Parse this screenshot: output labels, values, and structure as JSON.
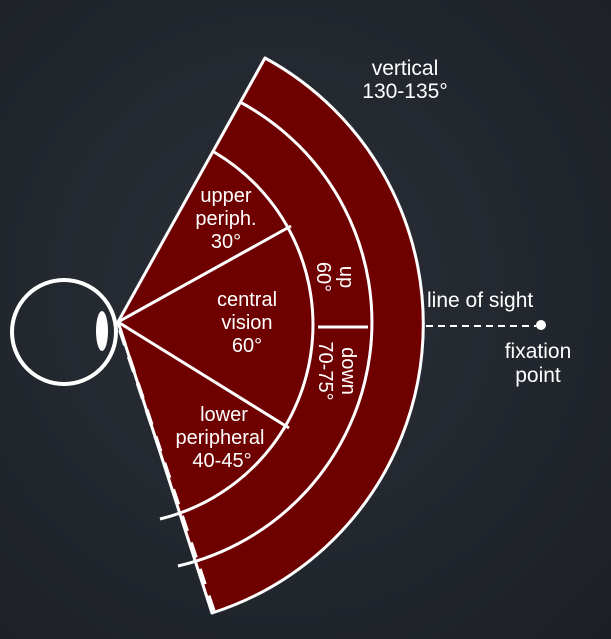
{
  "labels": {
    "vertical": [
      "vertical",
      "130-135°"
    ],
    "upper": [
      "upper",
      "periph.",
      "30°"
    ],
    "central": [
      "central",
      "vision",
      "60°"
    ],
    "lower": [
      "lower",
      "peripheral",
      "40-45°"
    ],
    "up": [
      "up",
      "60°"
    ],
    "down": [
      "down",
      "70-75°"
    ],
    "line_of_sight": "line of sight",
    "fixation": [
      "fixation",
      "point"
    ]
  },
  "colors": {
    "background": "#22262e",
    "sector_fill": "#6e0000",
    "stroke": "#ffffff"
  }
}
